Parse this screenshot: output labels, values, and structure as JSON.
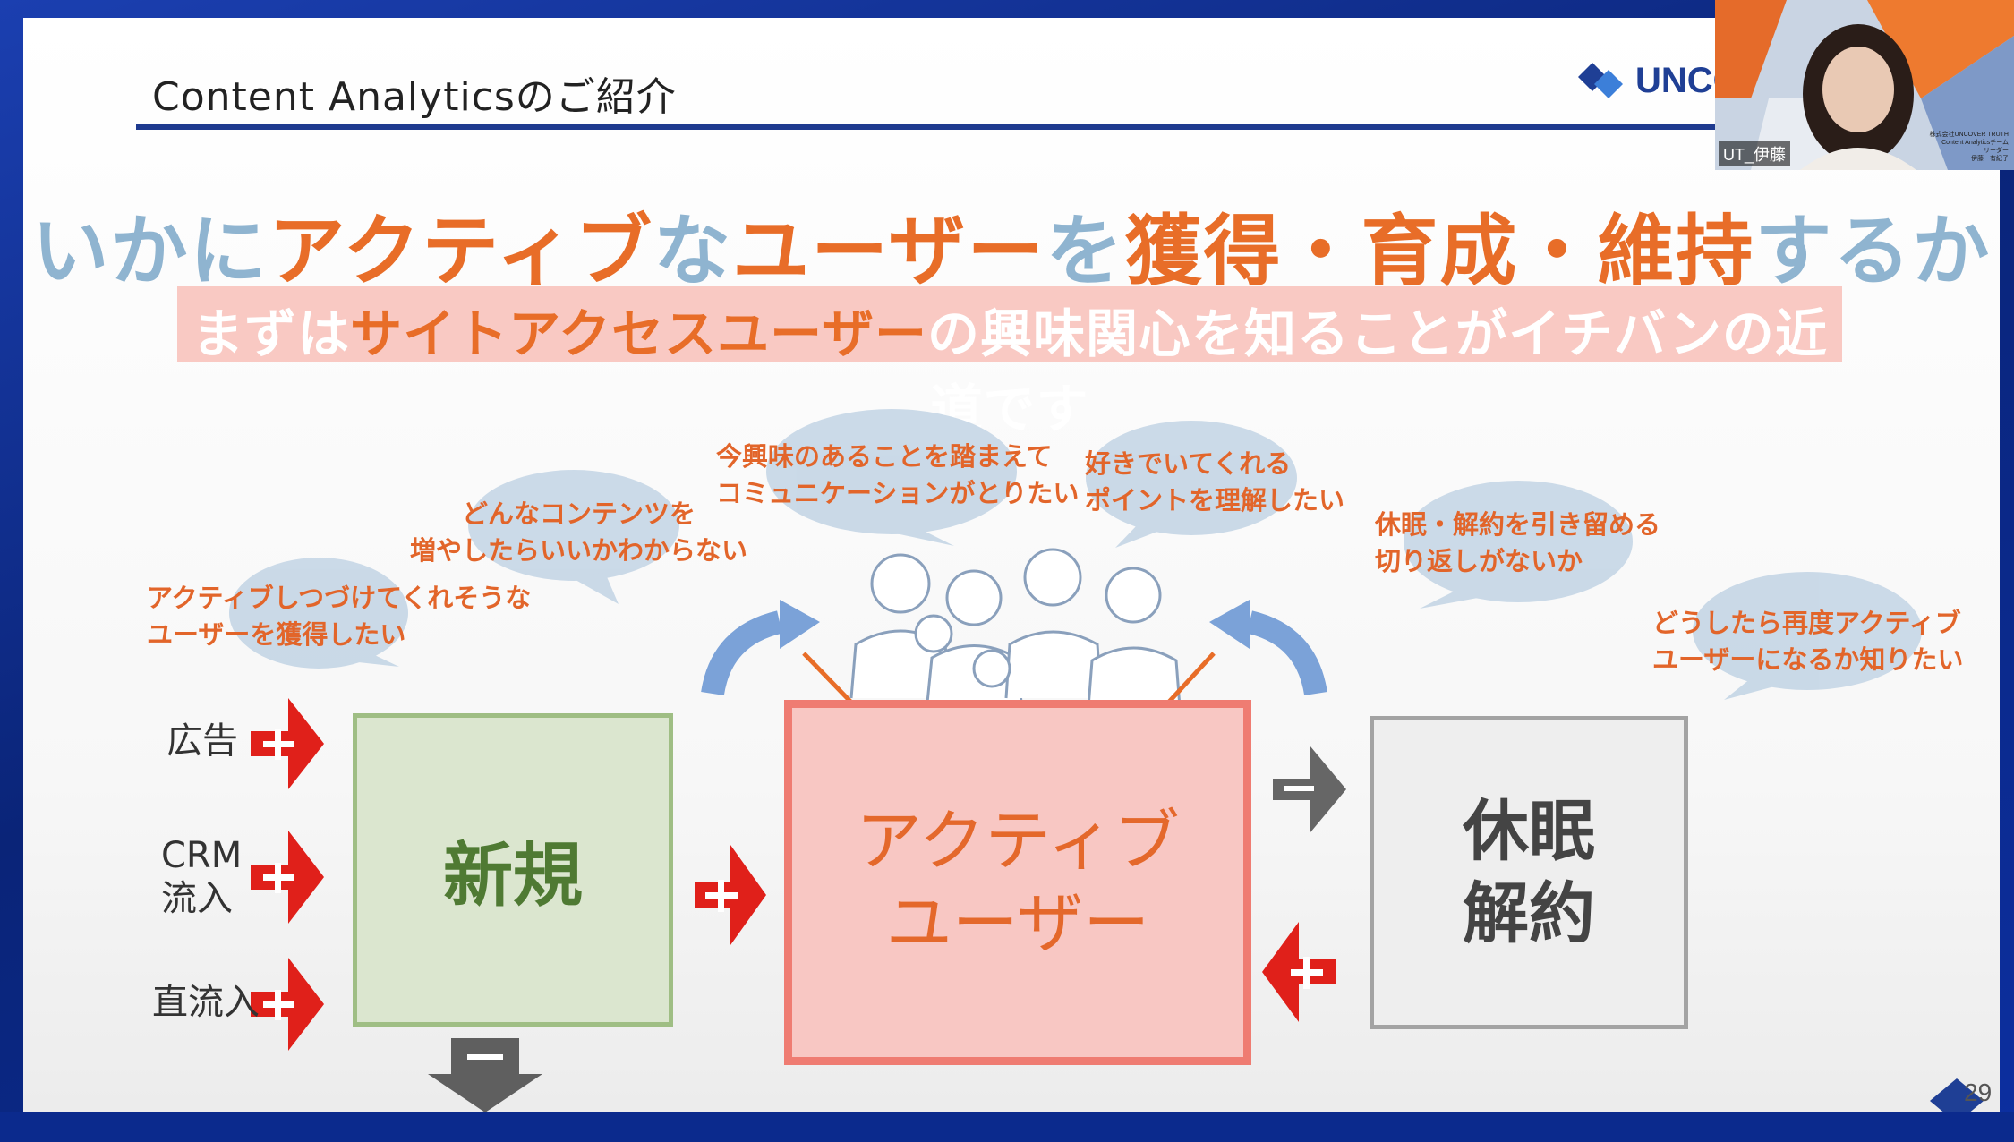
{
  "slide": {
    "title": "Content Analyticsのご紹介",
    "logo_text": "UNCO",
    "page_number": "29"
  },
  "headline": {
    "part1": "いかに",
    "part2": "アクティブ",
    "part3": "な",
    "part4": "ユーザー",
    "part5": "を",
    "part6": "獲得・育成・維持",
    "part7": "するか"
  },
  "subheadline": {
    "part1": "まずは",
    "part2": "サイトアクセスユーザー",
    "part3": "の興味関心を知ることがイチバンの近道です"
  },
  "bubbles": [
    {
      "line1": "アクティブしつづけてくれそうな",
      "line2": "ユーザーを獲得したい"
    },
    {
      "line1": "どんなコンテンツを",
      "line2": "増やしたらいいかわからない"
    },
    {
      "line1": "今興味のあることを踏まえて",
      "line2": "コミュニケーションがとりたい"
    },
    {
      "line1": "好きでいてくれる",
      "line2": "ポイントを理解したい"
    },
    {
      "line1": "休眠・解約を引き留める",
      "line2": "切り返しがないか"
    },
    {
      "line1": "どうしたら再度アクティブ",
      "line2": "ユーザーになるか知りたい"
    }
  ],
  "sources": {
    "ad": "広告",
    "crm_line1": "CRM",
    "crm_line2": "流入",
    "direct": "直流入"
  },
  "boxes": {
    "new": "新規",
    "active_line1": "アクティブ",
    "active_line2": "ユーザー",
    "dormant_line1": "休眠",
    "dormant_line2": "解約"
  },
  "video": {
    "participant_name": "UT_伊藤",
    "caption_line1": "株式会社UNCOVER TRUTH",
    "caption_line2": "Content Analyticsチーム",
    "caption_line3": "リーダー",
    "caption_line4": "伊藤　有紀子"
  },
  "colors": {
    "accent_orange": "#e86d28",
    "accent_blue": "#8fb4d0",
    "plus_red": "#e0201a",
    "minus_gray": "#666666",
    "title_rule": "#1e3a8f"
  }
}
